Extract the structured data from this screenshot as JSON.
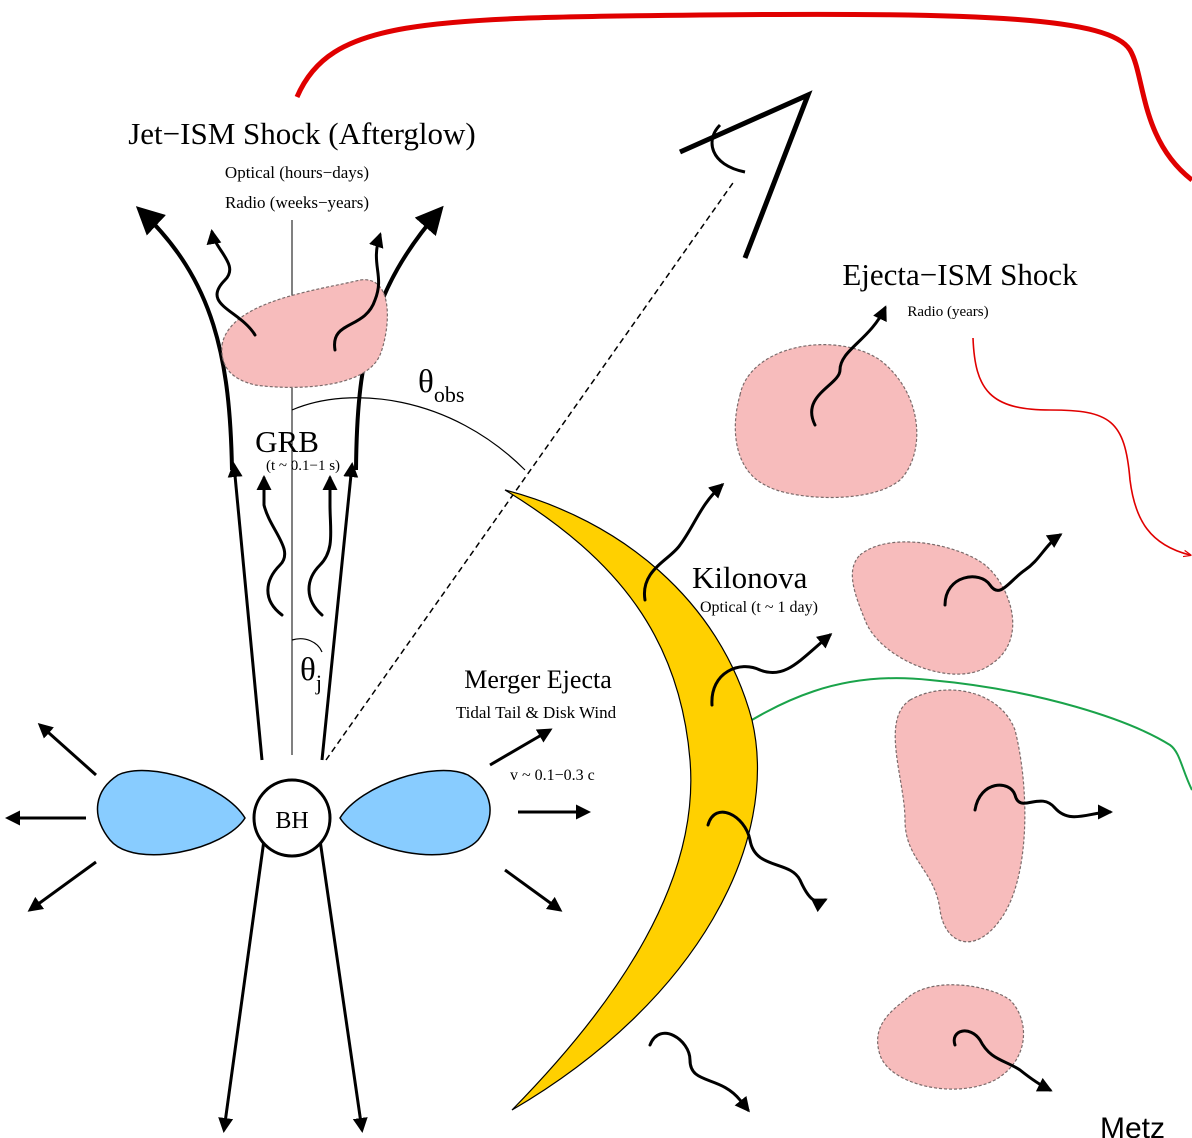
{
  "labels": {
    "jet_shock_title": "Jet−ISM Shock (Afterglow)",
    "jet_shock_optical": "Optical (hours−days)",
    "jet_shock_radio": "Radio (weeks−years)",
    "ejecta_shock_title": "Ejecta−ISM Shock",
    "ejecta_shock_radio": "Radio (years)",
    "theta_obs": "θ",
    "theta_obs_sub": "obs",
    "theta_j": "θ",
    "theta_j_sub": "j",
    "grb": "GRB",
    "grb_time": "(t ~ 0.1−1 s)",
    "kilonova": "Kilonova",
    "kilonova_optical": "Optical (t ~ 1 day)",
    "merger_ejecta": "Merger Ejecta",
    "merger_ejecta_sub": "Tidal Tail & Disk Wind",
    "velocity": "v ~ 0.1−0.3 c",
    "bh": "BH",
    "credit": "Metz"
  },
  "colors": {
    "red_arrow": "#e00000",
    "green_line": "#1aa34a",
    "ejecta_yellow": "#ffd000",
    "blob_pink": "#f7bcbc",
    "disk_blue": "#88ccff"
  }
}
